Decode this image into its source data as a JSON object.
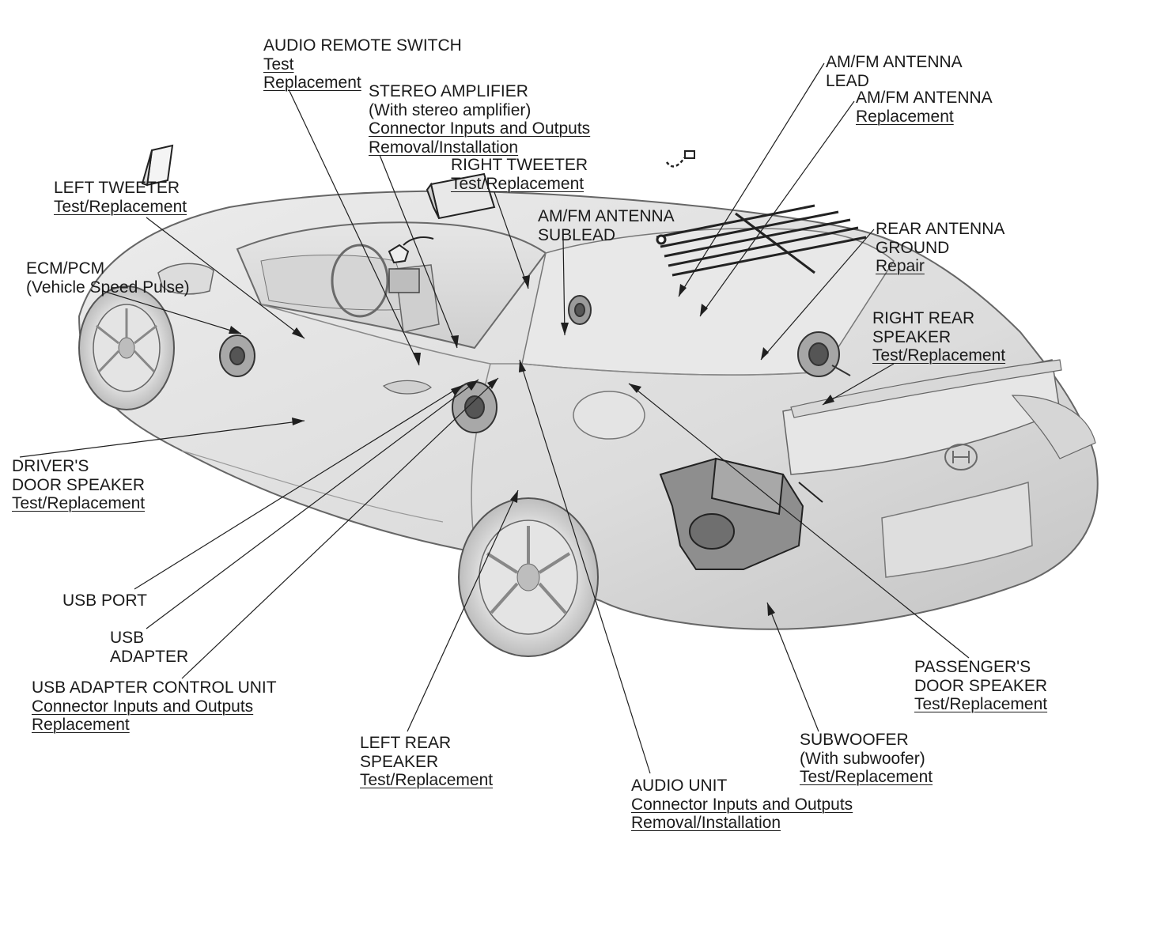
{
  "colors": {
    "body_fill": "#e3e3e3",
    "body_shade": "#c9c9c9",
    "outline": "#555555",
    "leader": "#222222",
    "text": "#1a1a1a",
    "background": "#ffffff"
  },
  "labels": [
    {
      "id": "audio-remote-switch",
      "title": [
        "AUDIO REMOTE SWITCH"
      ],
      "links": [
        "Test",
        "Replacement"
      ]
    },
    {
      "id": "stereo-amplifier",
      "title": [
        "STEREO AMPLIFIER",
        "(With stereo amplifier)"
      ],
      "links": [
        "Connector Inputs and Outputs",
        "Removal/Installation"
      ]
    },
    {
      "id": "right-tweeter",
      "title": [
        "RIGHT TWEETER"
      ],
      "links": [
        "Test/Replacement"
      ]
    },
    {
      "id": "am-fm-antenna-lead",
      "title": [
        "AM/FM ANTENNA",
        "LEAD"
      ],
      "links": []
    },
    {
      "id": "am-fm-antenna",
      "title": [
        "AM/FM ANTENNA"
      ],
      "links": [
        "Replacement"
      ]
    },
    {
      "id": "left-tweeter",
      "title": [
        "LEFT TWEETER"
      ],
      "links": [
        "Test/Replacement"
      ]
    },
    {
      "id": "am-fm-antenna-sublead",
      "title": [
        "AM/FM ANTENNA",
        "SUBLEAD"
      ],
      "links": []
    },
    {
      "id": "rear-antenna-ground",
      "title": [
        "REAR ANTENNA",
        "GROUND"
      ],
      "links": [
        "Repair"
      ]
    },
    {
      "id": "ecm-pcm",
      "title": [
        "ECM/PCM",
        "(Vehicle Speed Pulse)"
      ],
      "links": []
    },
    {
      "id": "right-rear-speaker",
      "title": [
        "RIGHT REAR",
        "SPEAKER"
      ],
      "links": [
        "Test/Replacement"
      ]
    },
    {
      "id": "drivers-door-speaker",
      "title": [
        "DRIVER'S",
        "DOOR SPEAKER"
      ],
      "links": [
        "Test/Replacement"
      ]
    },
    {
      "id": "usb-port",
      "title": [
        "USB PORT"
      ],
      "links": []
    },
    {
      "id": "usb-adapter",
      "title": [
        "USB",
        "ADAPTER"
      ],
      "links": []
    },
    {
      "id": "usb-adapter-control-unit",
      "title": [
        "USB ADAPTER CONTROL UNIT"
      ],
      "links": [
        "Connector Inputs and Outputs",
        "Replacement"
      ]
    },
    {
      "id": "left-rear-speaker",
      "title": [
        "LEFT REAR",
        "SPEAKER"
      ],
      "links": [
        "Test/Replacement"
      ]
    },
    {
      "id": "audio-unit",
      "title": [
        "AUDIO UNIT"
      ],
      "links": [
        "Connector Inputs and Outputs",
        "Removal/Installation"
      ]
    },
    {
      "id": "subwoofer",
      "title": [
        "SUBWOOFER",
        "(With subwoofer)"
      ],
      "links": [
        "Test/Replacement"
      ]
    },
    {
      "id": "passengers-door-speaker",
      "title": [
        "PASSENGER'S",
        "DOOR SPEAKER"
      ],
      "links": [
        "Test/Replacement"
      ]
    }
  ]
}
